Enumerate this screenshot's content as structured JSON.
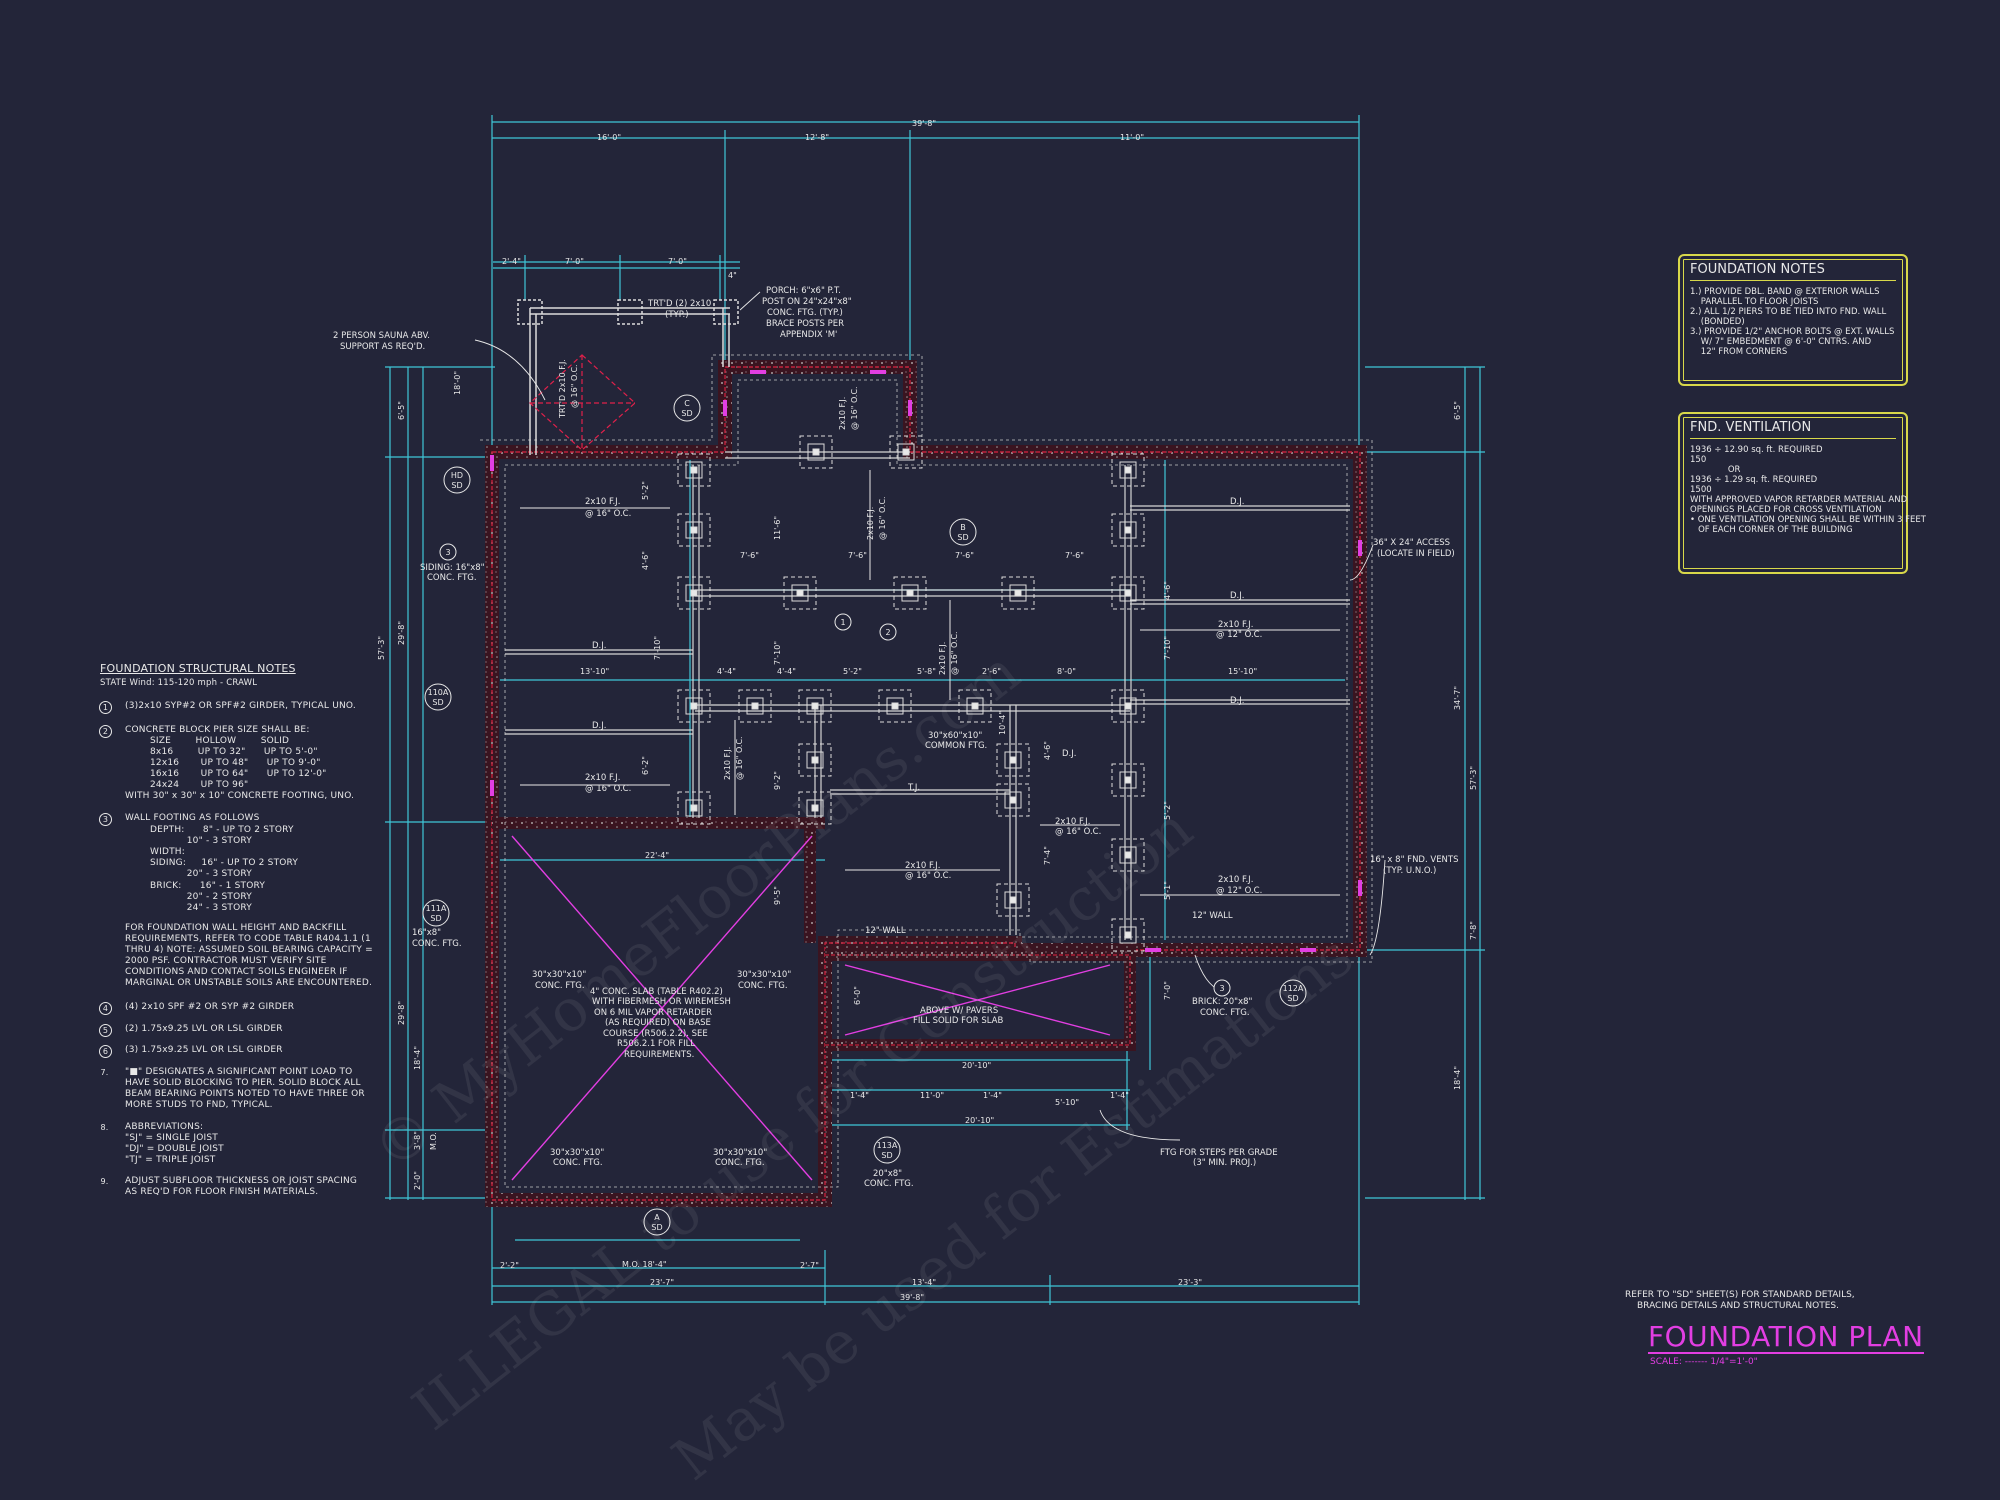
{
  "colors": {
    "background": "#232539",
    "dimension": "#3fc6d8",
    "wall": "#c0203a",
    "magenta": "#e23ee2",
    "yellow": "#d8d84a",
    "text": "#e8e8e8"
  },
  "watermark": {
    "line1": "© MyHomeFloorPlans.com",
    "line2": "ILLEGAL to use for Construction",
    "line3": "May be used for Estimations"
  },
  "title": {
    "main": "FOUNDATION PLAN",
    "scale": "SCALE: ------- 1/4\"=1'-0\""
  },
  "ref_note": [
    "REFER TO \"SD\" SHEET(S) FOR STANDARD DETAILS,",
    "BRACING DETAILS AND STRUCTURAL NOTES."
  ],
  "structural_notes": {
    "heading": "FOUNDATION STRUCTURAL NOTES",
    "subheading": "STATE Wind: 115-120 mph - CRAWL",
    "lines": [
      "(3)2x10 SYP#2 OR SPF#2 GIRDER, TYPICAL UNO.",
      "CONCRETE BLOCK PIER SIZE SHALL BE:",
      "SIZE        HOLLOW        SOLID",
      "8x16        UP TO 32\"      UP TO 5'-0\"",
      "12x16       UP TO 48\"      UP TO 9'-0\"",
      "16x16       UP TO 64\"      UP TO 12'-0\"",
      "24x24       UP TO 96\"",
      "WITH 30\" x 30\" x 10\" CONCRETE FOOTING, UNO.",
      "WALL FOOTING AS FOLLOWS",
      "DEPTH:      8\" - UP TO 2 STORY",
      "            10\" - 3 STORY",
      "WIDTH:",
      "SIDING:     16\" - UP TO 2 STORY",
      "            20\" - 3 STORY",
      "BRICK:      16\" - 1 STORY",
      "            20\" - 2 STORY",
      "            24\" - 3 STORY",
      "FOR FOUNDATION WALL HEIGHT AND BACKFILL",
      "REQUIREMENTS, REFER TO CODE TABLE R404.1.1 (1",
      "THRU 4) NOTE: ASSUMED SOIL BEARING CAPACITY =",
      "2000 PSF. CONTRACTOR MUST VERIFY SITE",
      "CONDITIONS AND CONTACT SOILS ENGINEER IF",
      "MARGINAL OR UNSTABLE SOILS ARE ENCOUNTERED.",
      "(4) 2x10 SPF #2 OR SYP #2 GIRDER",
      "(2) 1.75x9.25 LVL OR LSL GIRDER",
      "(3) 1.75x9.25 LVL OR LSL GIRDER",
      "\"■\" DESIGNATES A SIGNIFICANT POINT LOAD TO",
      "HAVE SOLID BLOCKING TO PIER. SOLID BLOCK ALL",
      "BEAM BEARING POINTS NOTED TO HAVE THREE OR",
      "MORE STUDS TO FND, TYPICAL.",
      "ABBREVIATIONS:",
      "\"SJ\" = SINGLE JOIST",
      "\"DJ\" = DOUBLE JOIST",
      "\"TJ\" = TRIPLE JOIST",
      "ADJUST SUBFLOOR THICKNESS OR JOIST SPACING",
      "AS REQ'D FOR FLOOR FINISH MATERIALS."
    ],
    "markers": [
      "1",
      "2",
      "3",
      "4",
      "5",
      "6",
      "7.",
      "8.",
      "9."
    ]
  },
  "foundation_notes": {
    "title": "FOUNDATION NOTES",
    "lines": [
      "1.) PROVIDE DBL. BAND @ EXTERIOR WALLS",
      "    PARALLEL TO FLOOR JOISTS",
      "2.) ALL 1/2 PIERS TO BE TIED INTO FND. WALL",
      "    (BONDED)",
      "3.) PROVIDE 1/2\" ANCHOR BOLTS @ EXT. WALLS",
      "    W/ 7\" EMBEDMENT @ 6'-0\" CNTRS. AND",
      "    12\" FROM CORNERS"
    ]
  },
  "ventilation": {
    "title": "FND. VENTILATION",
    "lines": [
      "1936 ÷ 12.90 sq. ft. REQUIRED",
      "150",
      "              OR",
      "1936 ÷ 1.29 sq. ft. REQUIRED",
      "1500",
      "WITH APPROVED VAPOR RETARDER MATERIAL AND",
      "OPENINGS PLACED FOR CROSS VENTILATION",
      "",
      "• ONE VENTILATION OPENING SHALL BE WITHIN 3 FEET",
      "   OF EACH CORNER OF THE BUILDING"
    ]
  },
  "plan_labels": [
    "39'-8\"",
    "16'-0\"",
    "12'-8\"",
    "11'-0\"",
    "2'-4\"",
    "7'-0\"",
    "7'-0\"",
    "4\"",
    "PORCH: 6\"x6\" P.T.",
    "POST ON 24\"x24\"x8\"",
    "CONC. FTG. (TYP.)",
    "BRACE POSTS PER",
    "APPENDIX 'M'",
    "TRT'D (2) 2x10",
    "(TYP.)",
    "2 PERSON SAUNA ABV.",
    "SUPPORT AS REQ'D.",
    "TRT'D 2x10 F.J.",
    "@ 16\" O.C.",
    "2x10 F.J.",
    "@ 16\" O.C.",
    "D.J.",
    "7'-6\"",
    "SIDING: 16\"x8\"",
    "CONC. FTG.",
    "13'-10\"",
    "4'-4\"",
    "5'-2\"",
    "5'-8\"",
    "2'-6\"",
    "8'-0\"",
    "15'-10\"",
    "36\" X 24\" ACCESS",
    "(LOCATE IN FIELD)",
    "30\"x60\"x10\"",
    "COMMON FTG.",
    "T.J.",
    "2x10 F.J.",
    "@ 12\" O.C.",
    "22'-4\"",
    "12\" WALL",
    "16\" x 8\" FND. VENTS",
    "(TYP. U.N.O.)",
    "4\" CONC. SLAB (TABLE R402.2)",
    "WITH FIBERMESH OR WIREMESH",
    "ON 6 MIL VAPOR RETARDER",
    "(AS REQUIRED) ON BASE",
    "COURSE (R506.2.2). SEE",
    "R506.2.1 FOR FILL",
    "REQUIREMENTS.",
    "30\"x30\"x10\"",
    "ABOVE W/ PAVERS",
    "FILL SOLID FOR SLAB",
    "BRICK: 20\"x8\"",
    "20'-10\"",
    "1'-4\"",
    "11'-0\"",
    "5'-10\"",
    "FTG FOR STEPS PER GRADE",
    "(3\" MIN. PROJ.)",
    "20\"x8\"",
    "M.O. 18'-4\"",
    "2'-2\"",
    "2'-7\"",
    "23'-7\"",
    "13'-4\"",
    "23'-3\"",
    "29'-8\"",
    "57'-3\"",
    "34'-7\"",
    "6'-5\"",
    "18'-4\"",
    "7'-8\"",
    "M.O.",
    "3'-8\"",
    "SD",
    "HD",
    "3",
    "110A",
    "111A",
    "112A",
    "113A",
    "1",
    "2",
    "A",
    "B",
    "C"
  ]
}
